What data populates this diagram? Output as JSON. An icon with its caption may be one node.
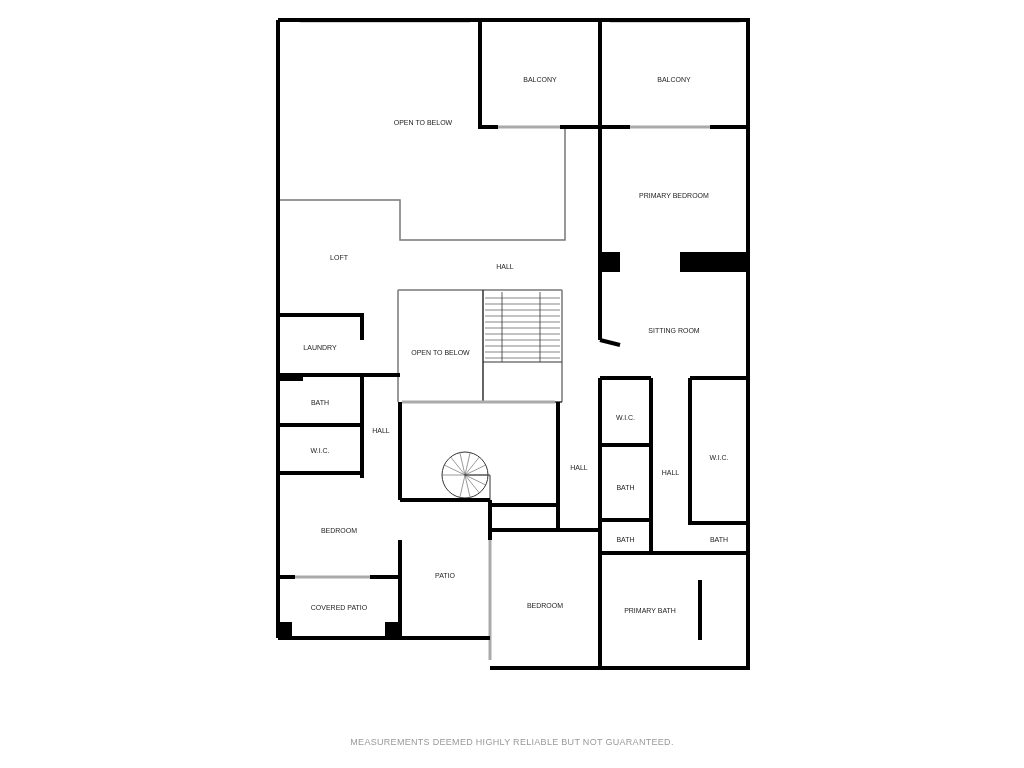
{
  "diagram": {
    "caption": "MEASUREMENTS DEEMED HIGHLY RELIABLE BUT NOT GUARANTEED.",
    "nodes": [
      {
        "text": [
          "BALCONY"
        ]
      },
      {
        "text": [
          "BALCONY"
        ]
      },
      {
        "text": [
          "OPEN TO BELOW"
        ]
      },
      {
        "text": [
          "PRIMARY BEDROOM"
        ]
      },
      {
        "text": [
          "LOFT"
        ]
      },
      {
        "text": [
          "HALL"
        ]
      },
      {
        "text": [
          "SITTING ROOM"
        ]
      },
      {
        "text": [
          "LAUNDRY"
        ]
      },
      {
        "text": [
          "OPEN TO BELOW"
        ]
      },
      {
        "text": [
          "BATH"
        ]
      },
      {
        "text": [
          "HALL"
        ]
      },
      {
        "text": [
          "W.I.C."
        ]
      },
      {
        "text": [
          "W.I.C."
        ]
      },
      {
        "text": [
          "W.I.C."
        ]
      },
      {
        "text": [
          "HALL"
        ]
      },
      {
        "text": [
          "HALL"
        ]
      },
      {
        "text": [
          "BATH"
        ]
      },
      {
        "text": [
          "BEDROOM"
        ]
      },
      {
        "text": [
          "BATH"
        ]
      },
      {
        "text": [
          "BATH"
        ]
      },
      {
        "text": [
          "PATIO"
        ]
      },
      {
        "text": [
          "COVERED PATIO"
        ]
      },
      {
        "text": [
          "BEDROOM"
        ]
      },
      {
        "text": [
          "PRIMARY BATH"
        ]
      }
    ],
    "edges": []
  }
}
